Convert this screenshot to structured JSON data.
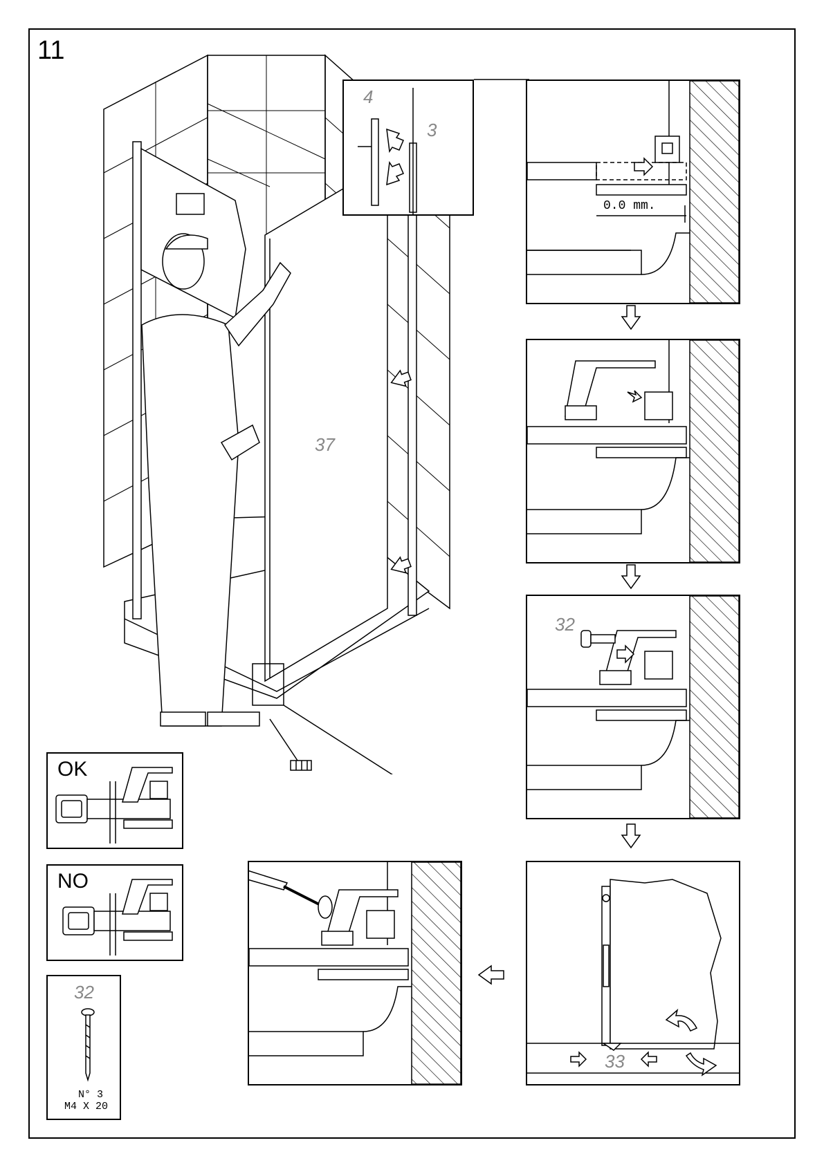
{
  "step": {
    "number": "11"
  },
  "labels": {
    "tile_label_4": "4",
    "tile_label_3": "3",
    "door_panel": "37",
    "spacer": "33",
    "screw_ref": "32",
    "clearance": "0.0 mm.",
    "spacer_slide": "33"
  },
  "comparison": {
    "ok_label": "OK",
    "no_label": "NO"
  },
  "screw_card": {
    "part_no": "32",
    "quantity": "N° 3",
    "size": "M4 X 20"
  },
  "colors": {
    "line": "#000000",
    "part_label": "#888888",
    "background": "#ffffff"
  },
  "icons": [
    "arrow-down-icon",
    "arrow-left-icon",
    "arrow-right-icon",
    "screwdriver-icon",
    "screw-icon",
    "installer-figure-icon",
    "wall-hatch-icon"
  ]
}
